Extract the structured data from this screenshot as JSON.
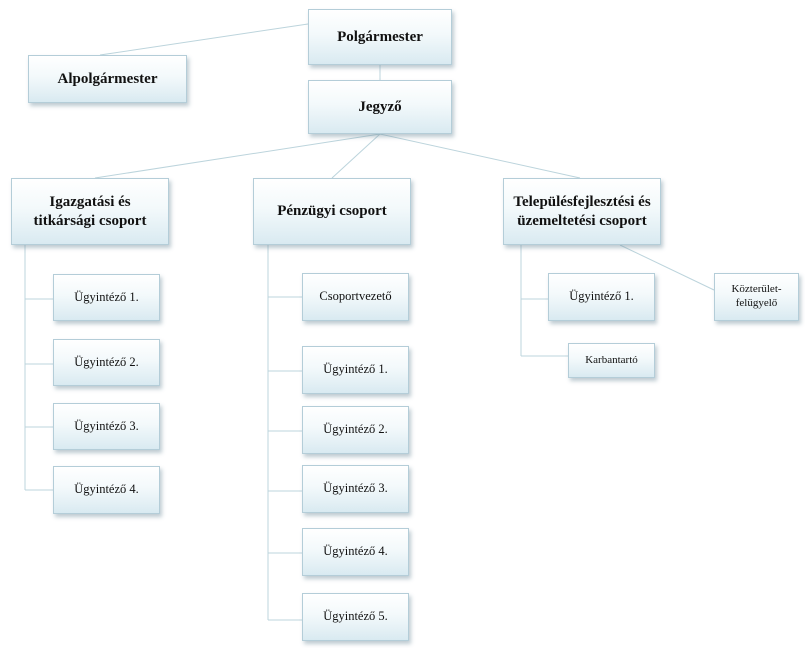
{
  "nodes": {
    "polgarmester": "Polgármester",
    "alpolgarmester": "Alpolgármester",
    "jegyzo": "Jegyző",
    "igazgatasi_line1": "Igazgatási és",
    "igazgatasi_line2": "titkársági csoport",
    "penzugyi": "Pénzügyi csoport",
    "telepules_line1": "Településfejlesztési és",
    "telepules_line2": "üzemeltetési csoport",
    "kozterulet_line1": "Közterület-",
    "kozterulet_line2": "felügyelő",
    "karbantarto": "Karbantartó",
    "csoportvezeto": "Csoportvezető"
  },
  "igazgatasi_staff": [
    "Ügyintéző 1.",
    "Ügyintéző 2.",
    "Ügyintéző 3.",
    "Ügyintéző 4."
  ],
  "penzugyi_staff": [
    "Ügyintéző 1.",
    "Ügyintéző 2.",
    "Ügyintéző 3.",
    "Ügyintéző 4.",
    "Ügyintéző 5."
  ],
  "telepules_staff": [
    "Ügyintéző 1."
  ],
  "colors": {
    "line": "#bcd4dc",
    "box_border": "#b4cdd8",
    "box_bottom": "#d9eaf1"
  }
}
